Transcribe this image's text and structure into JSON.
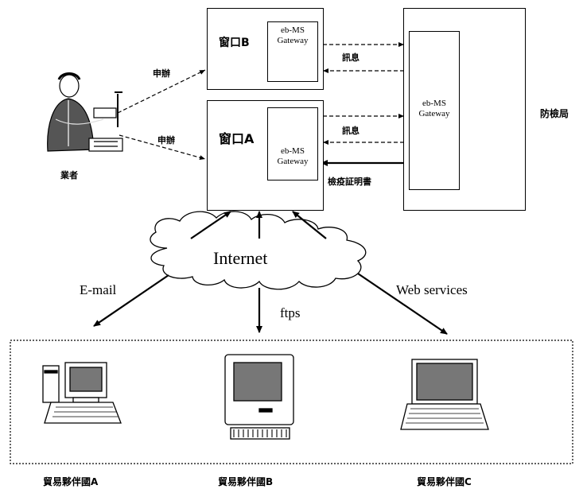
{
  "nodes": {
    "window_b": {
      "label": "窗口B",
      "gateway_label": "eb-MS Gateway"
    },
    "window_a": {
      "label": "窗口A",
      "gateway_label": "eb-MS Gateway"
    },
    "inspection_bureau": {
      "label": "防檢局",
      "gateway_label": "eb-MS Gateway"
    },
    "business_owner": {
      "label": "業者"
    },
    "internet": {
      "label": "Internet"
    },
    "partners": [
      {
        "label": "貿易夥伴國A"
      },
      {
        "label": "貿易夥伴國B"
      },
      {
        "label": "貿易夥伴國C"
      }
    ]
  },
  "edges": {
    "apply_b": "申辦",
    "apply_a": "申辦",
    "message_b": "訊息",
    "message_a": "訊息",
    "certificate": "檢疫証明書",
    "email": "E-mail",
    "ftps": "ftps",
    "web_services": "Web services"
  }
}
